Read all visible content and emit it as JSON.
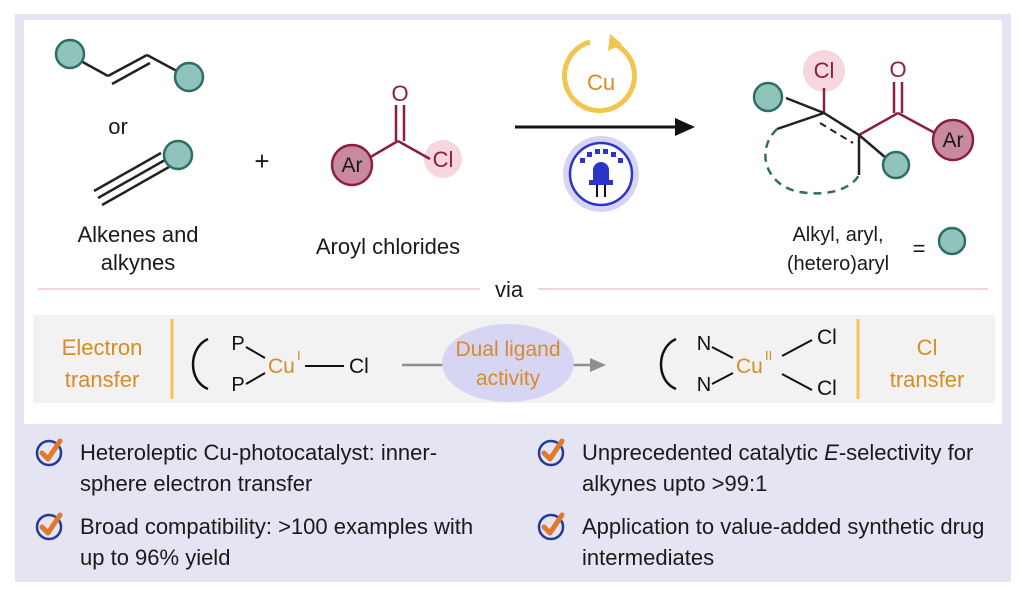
{
  "reactants": {
    "or_label": "or",
    "alkene_alkyne_label_line1": "Alkenes and",
    "alkene_alkyne_label_line2": "alkynes",
    "plus": "+",
    "aroyl_label": "Aroyl chlorides",
    "ar": "Ar",
    "o": "O",
    "cl": "Cl"
  },
  "conditions": {
    "catalyst": "Cu"
  },
  "product": {
    "cl": "Cl",
    "o": "O",
    "ar": "Ar",
    "legend_line1": "Alkyl, aryl,",
    "legend_line2": "(hetero)aryl",
    "equals": "="
  },
  "mechanism": {
    "via": "via",
    "left_box_line1": "Electron",
    "left_box_line2": "transfer",
    "right_box_line1": "Cl",
    "right_box_line2": "transfer",
    "ligand_line1": "Dual ligand",
    "ligand_line2": "activity",
    "p": "P",
    "cu": "Cu",
    "cu_ox_left": "I",
    "cu_ox_right": "II",
    "cl": "Cl",
    "n": "N"
  },
  "bullets": [
    {
      "text": "Heteroleptic Cu-photocatalyst: inner-sphere electron transfer"
    },
    {
      "text_before": "Unprecedented catalytic ",
      "text_em": "E",
      "text_after": "-selectivity for alkynes upto >99:1"
    },
    {
      "text": "Broad compatibility: >100 examples with up to 96% yield"
    },
    {
      "text": "Application to value-added synthetic drug intermediates"
    }
  ],
  "colors": {
    "teal_fill": "#8fc3bb",
    "teal_stroke": "#2e6e66",
    "maroon": "#8b1f3c",
    "maroon_fill": "#c98aa0",
    "pink": "#f6d7dc",
    "orange": "#d98b24",
    "gold": "#f2c64e",
    "blue": "#2c35c9",
    "lavender": "#d6d6f4",
    "check_orange": "#e07a2a",
    "check_blue": "#233a96"
  }
}
